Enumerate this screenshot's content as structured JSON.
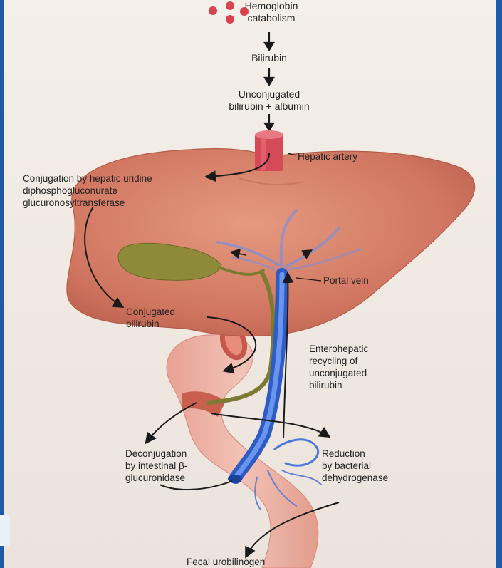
{
  "labels": {
    "hemoglobin": "Hemoglobin\ncatabolism",
    "bilirubin": "Bilirubin",
    "unconjugated": "Unconjugated\nbilirubin + albumin",
    "hepatic_artery": "Hepatic artery",
    "conjugation": "Conjugation by hepatic uridine\ndiphosphogluconurate\nglucuronosyltransferase",
    "portal_vein": "Portal vein",
    "conjugated": "Conjugated\nbilirubin",
    "enterohepatic": "Enterohepatic\nrecycling of\nunconjugated\nbilirubin",
    "deconjugation": "Deconjugation\nby intestinal β-\nglucuronidase",
    "reduction": "Reduction\nby bacterial\ndehydrogenase",
    "fecal": "Fecal urobilinogen"
  },
  "colors": {
    "frame": "#1f5aa8",
    "liver": "#d9826a",
    "gallbladder": "#8a8a3a",
    "vein": "#3f6fd6",
    "artery": "#d54a57",
    "intestine": "#eaa99b",
    "hemoglobin_dots": "#d9434f"
  }
}
